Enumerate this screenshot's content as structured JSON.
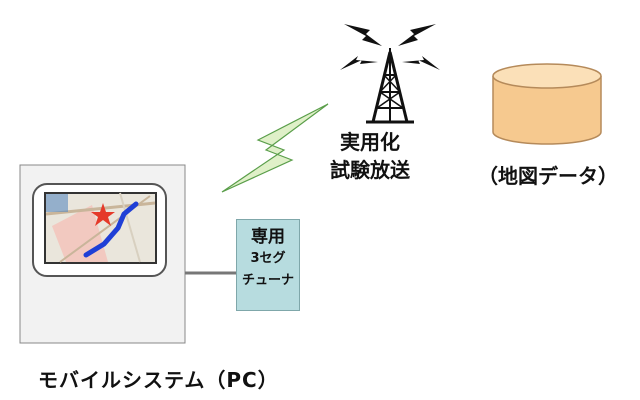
{
  "pc": {
    "label": "モバイルシステム（PC）"
  },
  "tuner": {
    "line1": "専用",
    "line2": "3セグ",
    "line3": "チューナ"
  },
  "broadcast": {
    "line1": "実用化",
    "line2": "試験放送"
  },
  "map_data": {
    "label": "（地図データ）"
  },
  "colors": {
    "pc_frame": "#f2f2f2",
    "tuner_fill": "#b7dcdf",
    "database_fill": "#f6c98f",
    "signal_fill": "#dff0c8",
    "route": "#1f3fd6"
  }
}
